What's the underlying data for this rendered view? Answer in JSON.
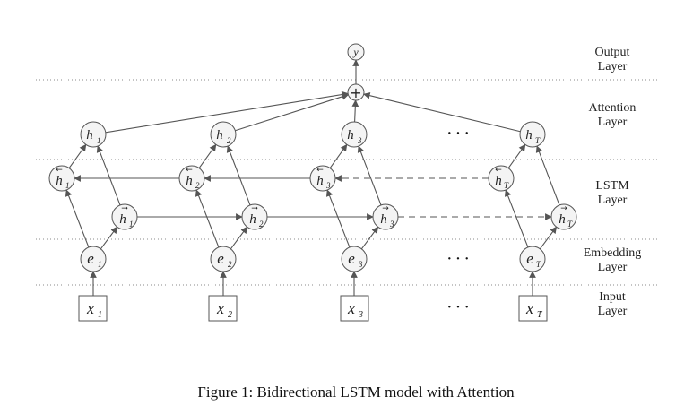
{
  "caption": "Figure 1: Bidirectional LSTM model with Attention",
  "layers": [
    {
      "line1": "Output",
      "line2": "Layer"
    },
    {
      "line1": "Attention",
      "line2": "Layer"
    },
    {
      "line1": "LSTM",
      "line2": "Layer"
    },
    {
      "line1": "Embedding",
      "line2": "Layer"
    },
    {
      "line1": "Input",
      "line2": "Layer"
    }
  ],
  "output_node": "y",
  "attention_symbol": "+",
  "ellipsis": "···",
  "arrow_symbol": "→",
  "back_arrow_symbol": "←",
  "columns": [
    {
      "input": "x",
      "input_sub": "1",
      "embed": "e",
      "embed_sub": "1",
      "h": "h",
      "h_sub": "1"
    },
    {
      "input": "x",
      "input_sub": "2",
      "embed": "e",
      "embed_sub": "2",
      "h": "h",
      "h_sub": "2"
    },
    {
      "input": "x",
      "input_sub": "3",
      "embed": "e",
      "embed_sub": "3",
      "h": "h",
      "h_sub": "3"
    },
    {
      "input": "x",
      "input_sub": "T",
      "embed": "e",
      "embed_sub": "T",
      "h": "h",
      "h_sub": "T"
    }
  ],
  "colors": {
    "line": "#555555",
    "dotted": "#888888",
    "node_fill": "#f4f4f4"
  }
}
